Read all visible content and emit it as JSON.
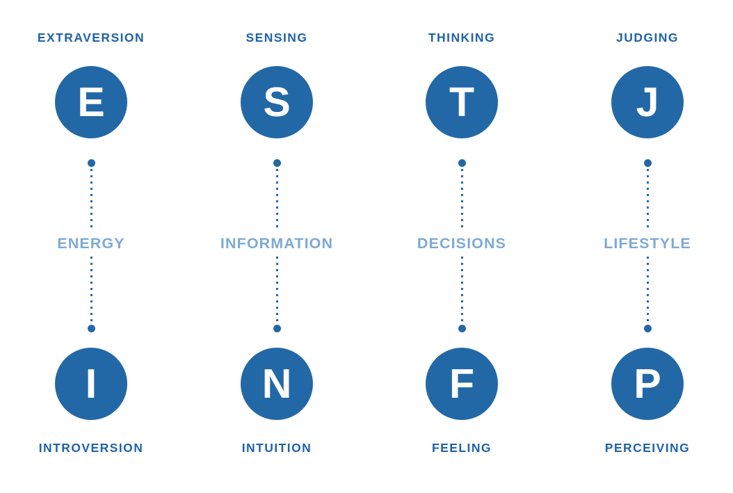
{
  "theme": {
    "background": "#ffffff",
    "circle_fill": "#2368a6",
    "circle_letter_color": "#ffffff",
    "pole_label_color": "#1f62ab",
    "middle_label_color": "#7eaad4",
    "connector_color": "#2368a6"
  },
  "dichotomies": [
    {
      "top_label": "EXTRAVERSION",
      "top_letter": "E",
      "middle_label": "ENERGY",
      "bottom_letter": "I",
      "bottom_label": "INTROVERSION"
    },
    {
      "top_label": "SENSING",
      "top_letter": "S",
      "middle_label": "INFORMATION",
      "bottom_letter": "N",
      "bottom_label": "INTUITION"
    },
    {
      "top_label": "THINKING",
      "top_letter": "T",
      "middle_label": "DECISIONS",
      "bottom_letter": "F",
      "bottom_label": "FEELING"
    },
    {
      "top_label": "JUDGING",
      "top_letter": "J",
      "middle_label": "LIFESTYLE",
      "bottom_letter": "P",
      "bottom_label": "PERCEIVING"
    }
  ]
}
